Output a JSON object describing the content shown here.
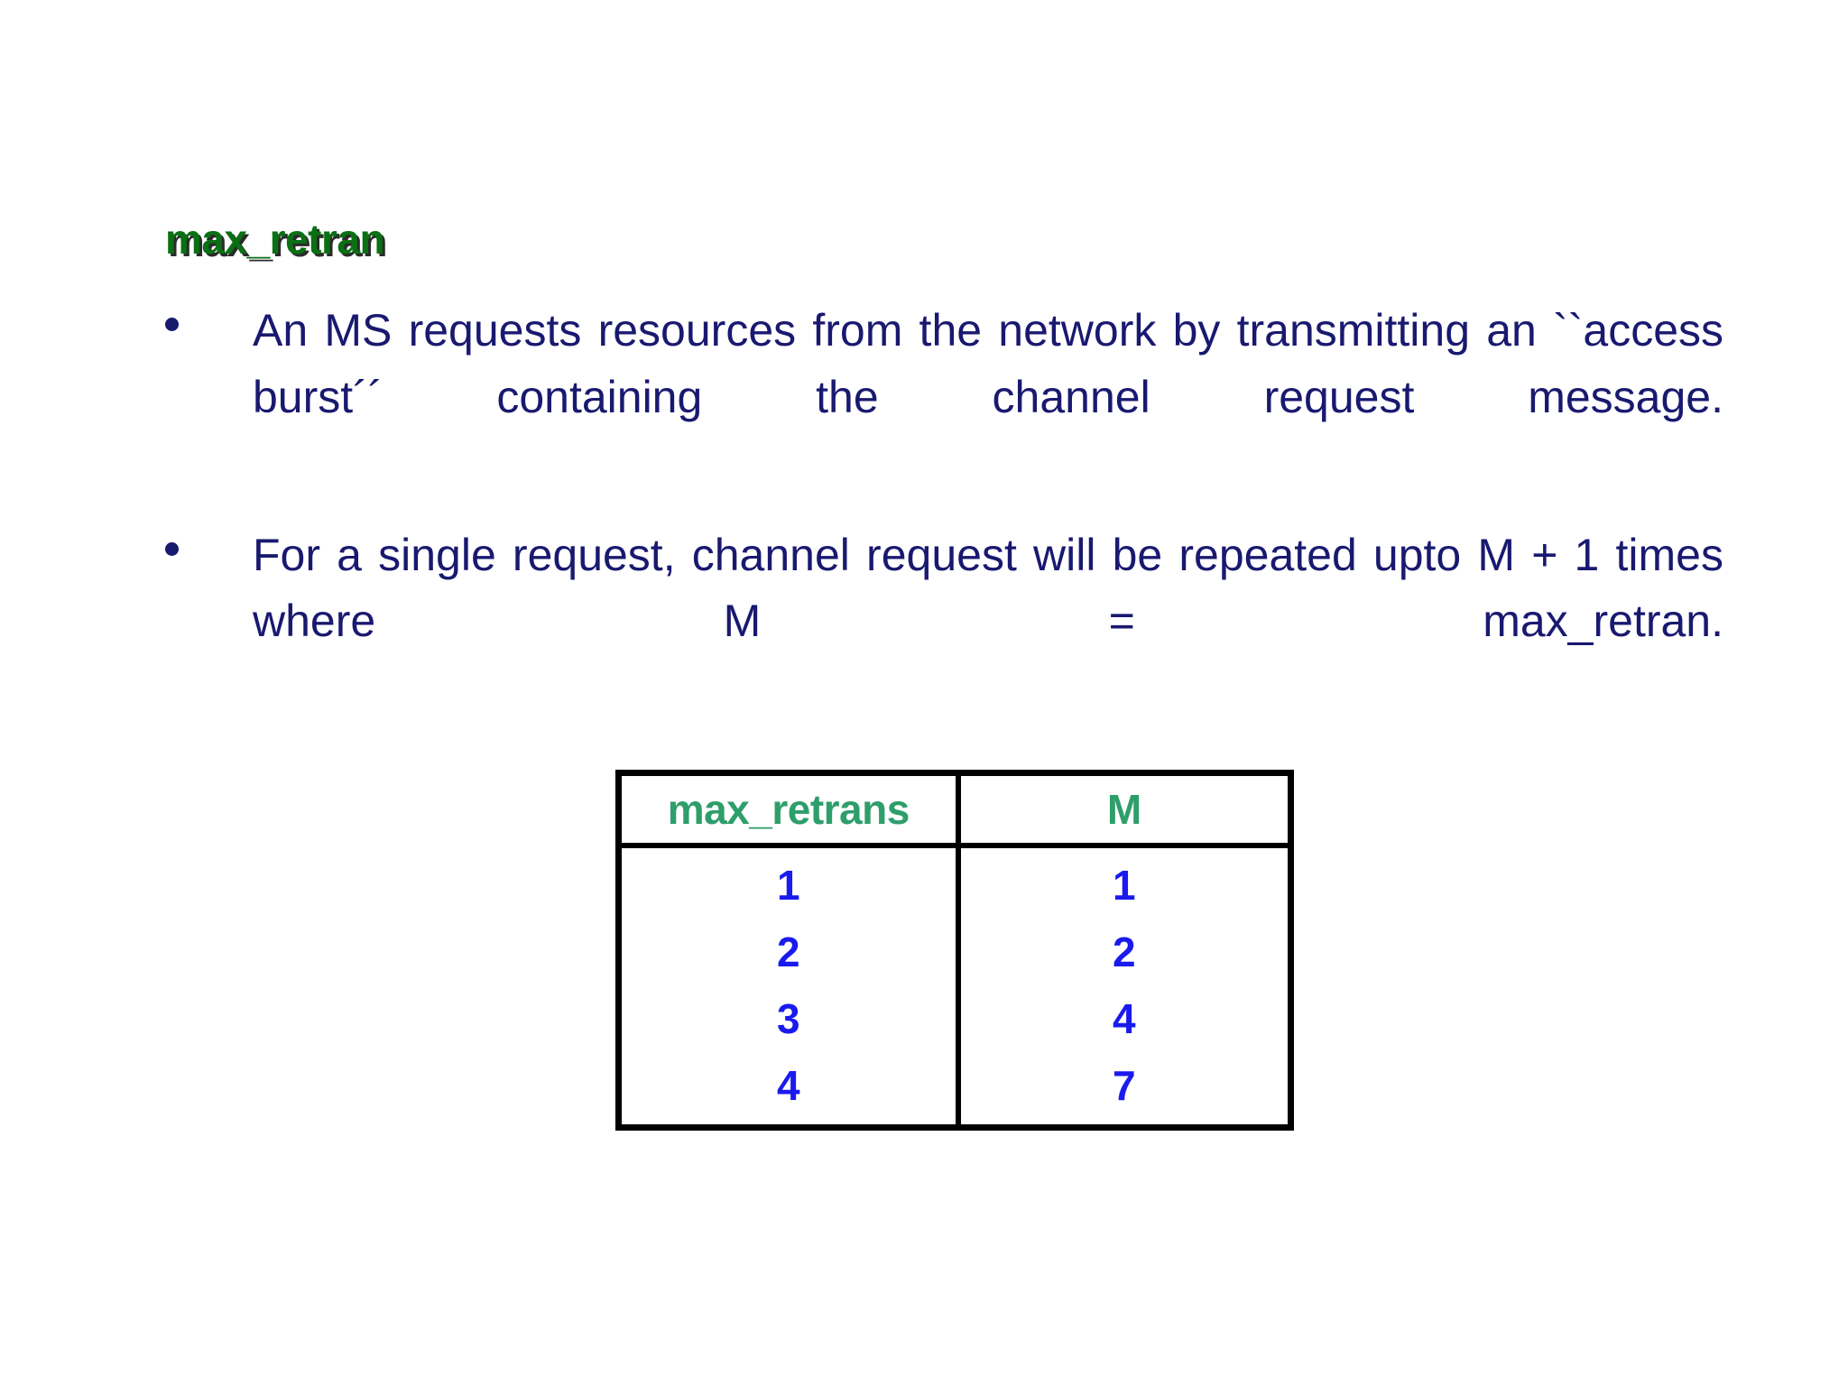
{
  "slide": {
    "title": "max_retran",
    "title_color": "#0a7014",
    "title_shadow_color": "#2b2b2b",
    "body_text_color": "#191970",
    "background_color": "#ffffff"
  },
  "bullets": [
    {
      "marker": "bullet-dot",
      "text": "An MS requests resources from the network by transmitting an ``access burst´´ containing the channel request message."
    },
    {
      "marker": "bullet-dot",
      "text": "For a single request, channel request will be repeated upto M + 1 times where M = max_retran."
    }
  ],
  "table": {
    "header_color": "#2e9e6b",
    "value_color": "#1a1aee",
    "border_color": "#000000",
    "columns": [
      "max_retrans",
      "M"
    ],
    "rows": [
      {
        "max_retrans": "1",
        "M": "1"
      },
      {
        "max_retrans": "2",
        "M": "2"
      },
      {
        "max_retrans": "3",
        "M": "4"
      },
      {
        "max_retrans": "4",
        "M": "7"
      }
    ]
  }
}
